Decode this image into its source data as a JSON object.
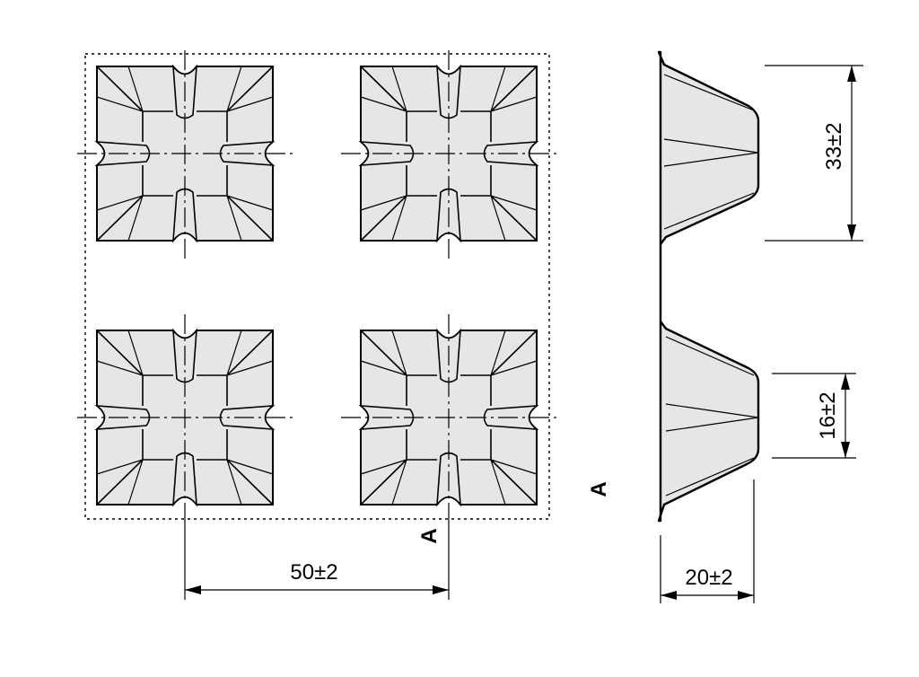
{
  "dimensions": {
    "pitch": "50±2",
    "pocket_width": "33±2",
    "pocket_bottom": "16±2",
    "depth": "20±2"
  },
  "section": {
    "cut_label": "A",
    "view_label": "A"
  }
}
